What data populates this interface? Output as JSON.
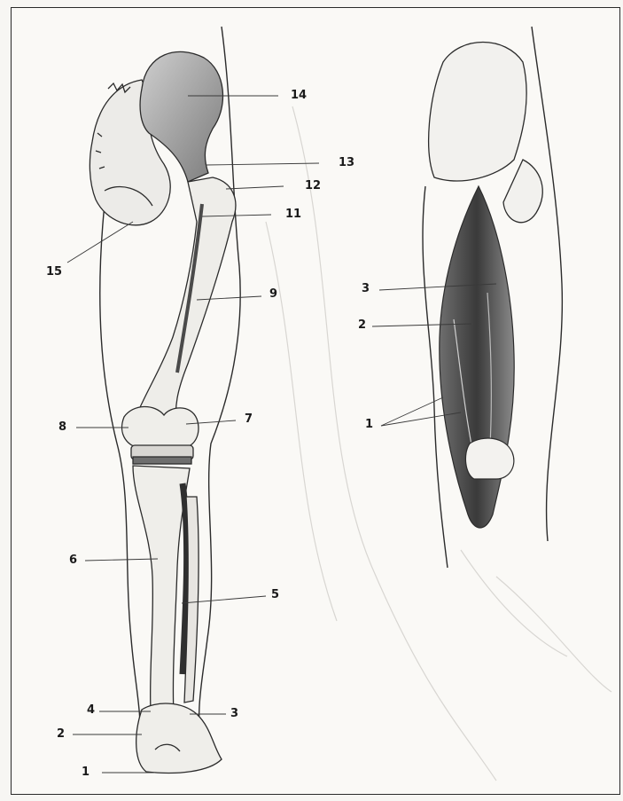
{
  "figure": {
    "left_view_labels": [
      "1",
      "2",
      "3",
      "4",
      "5",
      "6",
      "7",
      "8",
      "9",
      "11",
      "12",
      "13",
      "14",
      "15"
    ],
    "right_view_labels": [
      "1",
      "2",
      "3"
    ]
  }
}
